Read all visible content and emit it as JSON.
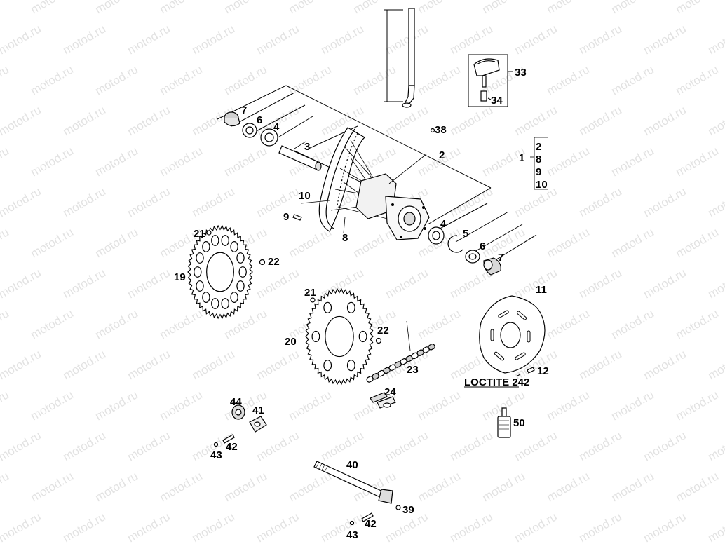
{
  "watermark": "motod.ru",
  "callouts": {
    "c1": "1",
    "c2": "2",
    "c3": "3",
    "c4a": "4",
    "c4b": "4",
    "c5": "5",
    "c6a": "6",
    "c6b": "6",
    "c7a": "7",
    "c7b": "7",
    "c8": "8",
    "c9": "9",
    "c10": "10",
    "c11": "11",
    "c12": "12",
    "c19": "19",
    "c20": "20",
    "c21a": "21",
    "c21b": "21",
    "c22a": "22",
    "c22b": "22",
    "c23": "23",
    "c24": "24",
    "c33": "33",
    "c34": "34",
    "c38": "38",
    "c39": "39",
    "c40": "40",
    "c41": "41",
    "c42a": "42",
    "c42b": "42",
    "c43a": "43",
    "c43b": "43",
    "c44": "44",
    "c50": "50"
  },
  "group_list": [
    "2",
    "8",
    "9",
    "10"
  ],
  "loctite_label": "LOCTITE 242"
}
